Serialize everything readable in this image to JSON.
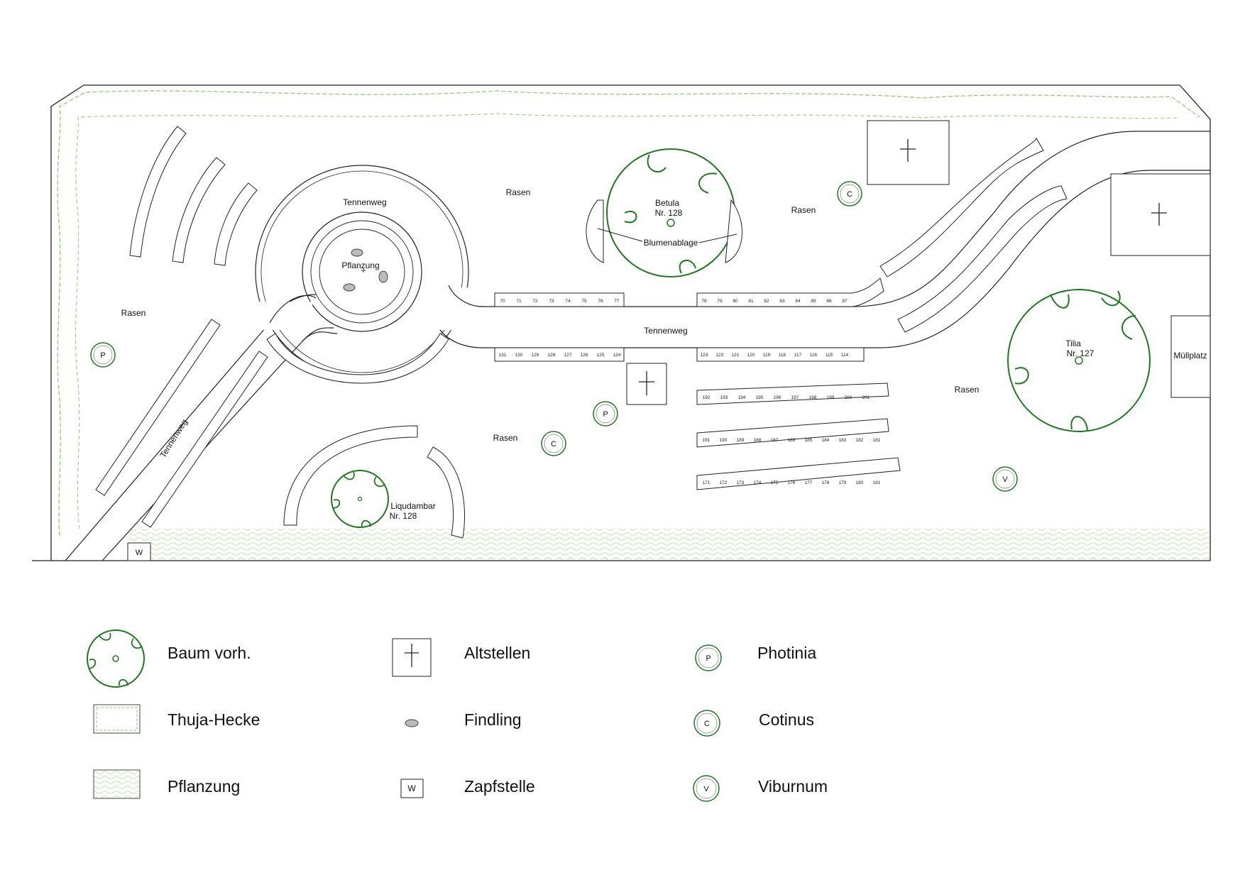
{
  "plan": {
    "labels": {
      "rasen": "Rasen",
      "tennenweg": "Tennenweg",
      "pflanzung": "Pflanzung",
      "blumenablage": "Blumenablage",
      "muellplatz": "Müllplatz"
    },
    "trees": {
      "betula": {
        "name": "Betula",
        "nr": "Nr. 128"
      },
      "tilia": {
        "name": "Tilia",
        "nr": "Nr. 127"
      },
      "liquidambar": {
        "name": "Liqudambar",
        "nr": "Nr. 128"
      }
    },
    "symbols": {
      "photinia": "P",
      "cotinus": "C",
      "viburnum": "V",
      "zapfstelle": "W"
    }
  },
  "legend": [
    {
      "key": "baum",
      "label": "Baum vorh."
    },
    {
      "key": "thuja",
      "label": "Thuja-Hecke"
    },
    {
      "key": "pflanzung",
      "label": "Pflanzung"
    },
    {
      "key": "altstellen",
      "label": "Altstellen"
    },
    {
      "key": "findling",
      "label": "Findling"
    },
    {
      "key": "zapfstelle",
      "label": "Zapfstelle"
    },
    {
      "key": "photinia",
      "label": "Photinia"
    },
    {
      "key": "cotinus",
      "label": "Cotinus"
    },
    {
      "key": "viburnum",
      "label": "Viburnum"
    }
  ],
  "colors": {
    "green": "#1e7a1e",
    "light_green": "#8fcf6f",
    "line": "#222222"
  }
}
